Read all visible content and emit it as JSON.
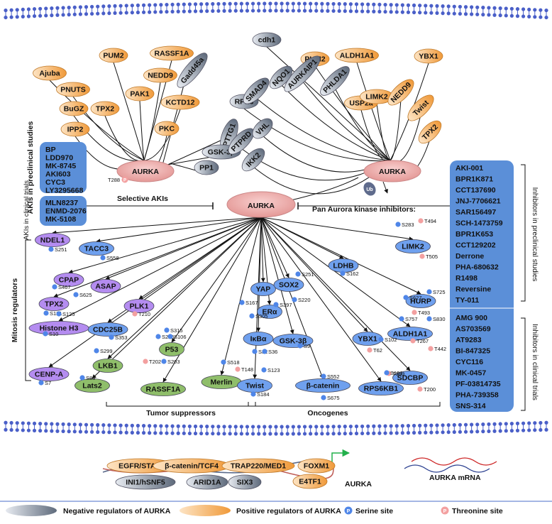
{
  "center": "AURKA",
  "left_aurka": "AURKA",
  "right_aurka": "AURKA",
  "t288": "T288",
  "p_letter": "P",
  "ub": "Ub",
  "positive_left": [
    "Ajuba",
    "PNUTS",
    "PUM2",
    "RASSF1A",
    "NEDD9",
    "KCTD12",
    "PAK1",
    "TPX2",
    "BuGZ",
    "IPP2",
    "PKC"
  ],
  "negative_left": [
    "Gadd45a",
    "PTTG1",
    "GSK-3β",
    "PP1"
  ],
  "right_regulators": [
    "cdh1",
    "PUM2",
    "ALDH1A1",
    "AURKAIP1",
    "NQO1",
    "PHLDA1",
    "USP2a",
    "LIMK2",
    "YBX1",
    "RPL3",
    "SMAD4",
    "NEDD9",
    "Twist",
    "PTPRD",
    "VHL",
    "TPX2",
    "IKK2"
  ],
  "right_regulator_types": [
    "neg",
    "pos",
    "pos",
    "neg",
    "neg",
    "neg",
    "pos",
    "pos",
    "pos",
    "neg",
    "neg",
    "pos",
    "pos",
    "neg",
    "neg",
    "pos",
    "neg"
  ],
  "preclinical_title": "AKIs in preclinical studies",
  "clinical_title": "AKIs in clinical trials",
  "akis_preclinical": [
    "BP",
    "LDD970",
    "MK-8745",
    "AKI603",
    "CYC3",
    "LY3295668"
  ],
  "akis_clinical": [
    "MLN8237",
    "ENMD-2076",
    "MK-5108"
  ],
  "selective_label": "Selective AKIs",
  "pan_label": "Pan Aurora kinase inhibitors:",
  "pan_preclinical_title": "Inhibitors in preclinical  studies",
  "pan_clinical_title": "Inhibitors in clinical trials",
  "pan_preclinical": [
    "AKI-001",
    "BPR1K871",
    "CCT137690",
    "JNJ-7706621",
    "SAR156497",
    "SCH-1473759",
    "BPR1K653",
    "CCT129202",
    "Derrone",
    "PHA-680632",
    "R1498",
    "Reversine",
    "TY-011"
  ],
  "pan_clinical": [
    "AMG 900",
    "AS703569",
    "AT9283",
    "BI-847325",
    "CYC116",
    "MK-0457",
    "PF-03814735",
    "PHA-739358",
    "SNS-314"
  ],
  "mitosis_title": "Mitosis  regulators",
  "tumor_title": "Tumor suppressors",
  "onco_title": "Oncogenes",
  "substrates": [
    {
      "label": "NDEL1",
      "color": "#b48cf0"
    },
    {
      "label": "TACC3",
      "color": "#6fa0ee"
    },
    {
      "label": "ASAP",
      "color": "#b48cf0"
    },
    {
      "label": "CPAP",
      "color": "#b48cf0"
    },
    {
      "label": "TPX2",
      "color": "#b48cf0"
    },
    {
      "label": "PLK1",
      "color": "#b48cf0"
    },
    {
      "label": "CDC25B",
      "color": "#6fa0ee"
    },
    {
      "label": "Histone H3",
      "color": "#b48cf0"
    },
    {
      "label": "CENP-A",
      "color": "#b48cf0"
    },
    {
      "label": "LKB1",
      "color": "#8fbe6a"
    },
    {
      "label": "P53",
      "color": "#8fbe6a"
    },
    {
      "label": "Lats2",
      "color": "#8fbe6a"
    },
    {
      "label": "RASSF1A",
      "color": "#8fbe6a"
    },
    {
      "label": "Merlin",
      "color": "#8fbe6a"
    },
    {
      "label": "ERα",
      "color": "#6fa0ee"
    },
    {
      "label": "YAP",
      "color": "#6fa0ee"
    },
    {
      "label": "SOX2",
      "color": "#6fa0ee"
    },
    {
      "label": "LDHB",
      "color": "#6fa0ee"
    },
    {
      "label": "IκBα",
      "color": "#6fa0ee"
    },
    {
      "label": "GSK-3β",
      "color": "#6fa0ee"
    },
    {
      "label": "Twist",
      "color": "#6fa0ee"
    },
    {
      "label": "β-catenin",
      "color": "#6fa0ee"
    },
    {
      "label": "YBX1",
      "color": "#6fa0ee"
    },
    {
      "label": "RPS6KB1",
      "color": "#6fa0ee"
    },
    {
      "label": "SDCBP",
      "color": "#6fa0ee"
    },
    {
      "label": "LIMK2",
      "color": "#6fa0ee"
    },
    {
      "label": "HURP",
      "color": "#6fa0ee"
    },
    {
      "label": "ALDH1A1",
      "color": "#6fa0ee"
    }
  ],
  "sites": [
    "S251",
    "S558",
    "S467",
    "S625",
    "S121",
    "S125",
    "T210",
    "S353",
    "S10",
    "S7",
    "S299",
    "S315",
    "S215",
    "S106",
    "S518",
    "T202",
    "S203",
    "S83",
    "S167",
    "S305",
    "S32",
    "S36",
    "S397",
    "S251",
    "S220",
    "S162",
    "S9",
    "T148",
    "S123",
    "S184",
    "S552",
    "S675",
    "S102",
    "T62",
    "T389",
    "S131",
    "T200",
    "S283",
    "T494",
    "T505",
    "S627",
    "S725",
    "S757",
    "S830",
    "T493",
    "T267",
    "T442"
  ],
  "tf_positive": [
    "EGFR/STAT5",
    "β-catenin/TCF4",
    "TRAP220/MED1",
    "FOXM1",
    "E4TF1"
  ],
  "tf_negative": [
    "INI1/hSNF5",
    "ARID1A",
    "SIX3"
  ],
  "gene_label": "AURKA",
  "mrna_label": "AURKA mRNA",
  "legend": {
    "negative": "Negative regulators of AURKA",
    "positive": "Positive regulators of AURKA",
    "serine": "Serine site",
    "threonine": "Threonine site",
    "serine_letter": "P",
    "threonine_letter": "P"
  },
  "colors": {
    "positive_grad_start": "#fde4c4",
    "positive_grad_end": "#f09a3a",
    "negative_grad_start": "#e6eaf0",
    "negative_grad_end": "#5f6b7c",
    "aurka_fill": "#eeaaa8",
    "box_blue": "#5b8fd8",
    "serine": "#4f86e8",
    "threonine": "#f3a0a0",
    "membrane": "#4a5fc8"
  }
}
